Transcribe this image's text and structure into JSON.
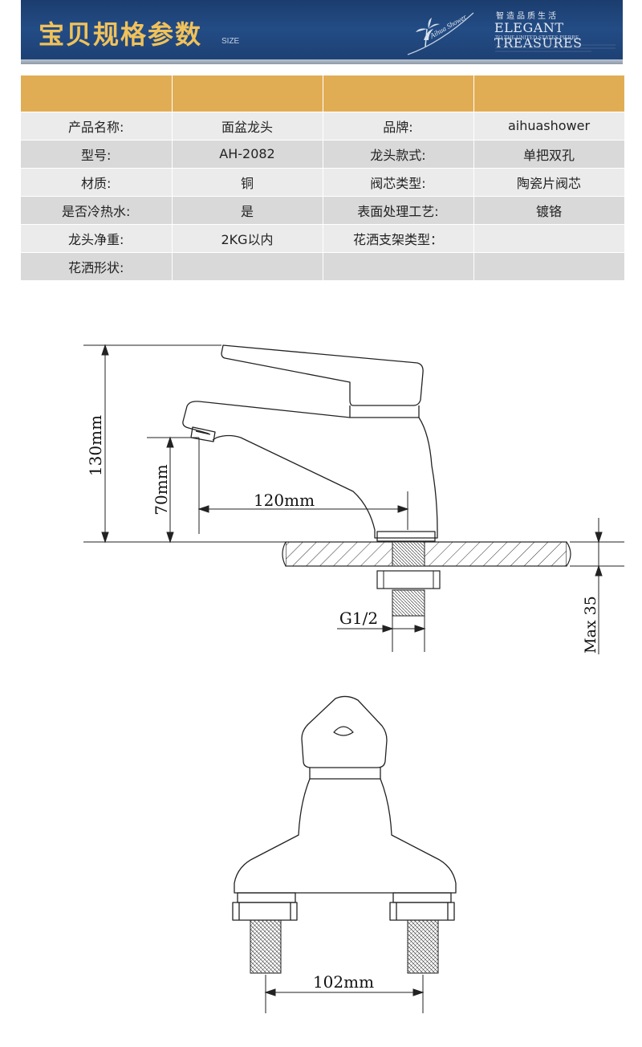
{
  "header": {
    "title": "宝贝规格参数",
    "size_label": "SIZE",
    "slogan_cn": "智造品质生活",
    "slogan_en": "ELEGANT TREASURES",
    "slogan_sub": "TO THE UNITED STATES PIERRE",
    "logo_text": "Aihua Shower"
  },
  "spec_table": {
    "header_row": [
      "",
      "",
      "",
      ""
    ],
    "rows": [
      [
        "产品名称:",
        "面盆龙头",
        "品牌:",
        "aihuashower"
      ],
      [
        "型号:",
        "AH-2082",
        "龙头款式:",
        "单把双孔"
      ],
      [
        "材质:",
        "铜",
        "阀芯类型:",
        "陶瓷片阀芯"
      ],
      [
        "是否冷热水:",
        "是",
        "表面处理工艺:",
        "镀铬"
      ],
      [
        "龙头净重:",
        "2KG以内",
        "花洒支架类型：",
        ""
      ],
      [
        "花洒形状:",
        "",
        "",
        ""
      ]
    ]
  },
  "side_drawing": {
    "height_label": "130mm",
    "spout_height_label": "70mm",
    "reach_label": "120mm",
    "thread_label": "G1/2",
    "max_thickness_label": "Max 35"
  },
  "front_drawing": {
    "spacing_label": "102mm"
  },
  "colors": {
    "banner_blue": "#1f4579",
    "title_gold": "#f1c25a",
    "table_header": "#e1ad54",
    "row_light": "#ebebeb",
    "row_dark": "#d9d9d9"
  }
}
